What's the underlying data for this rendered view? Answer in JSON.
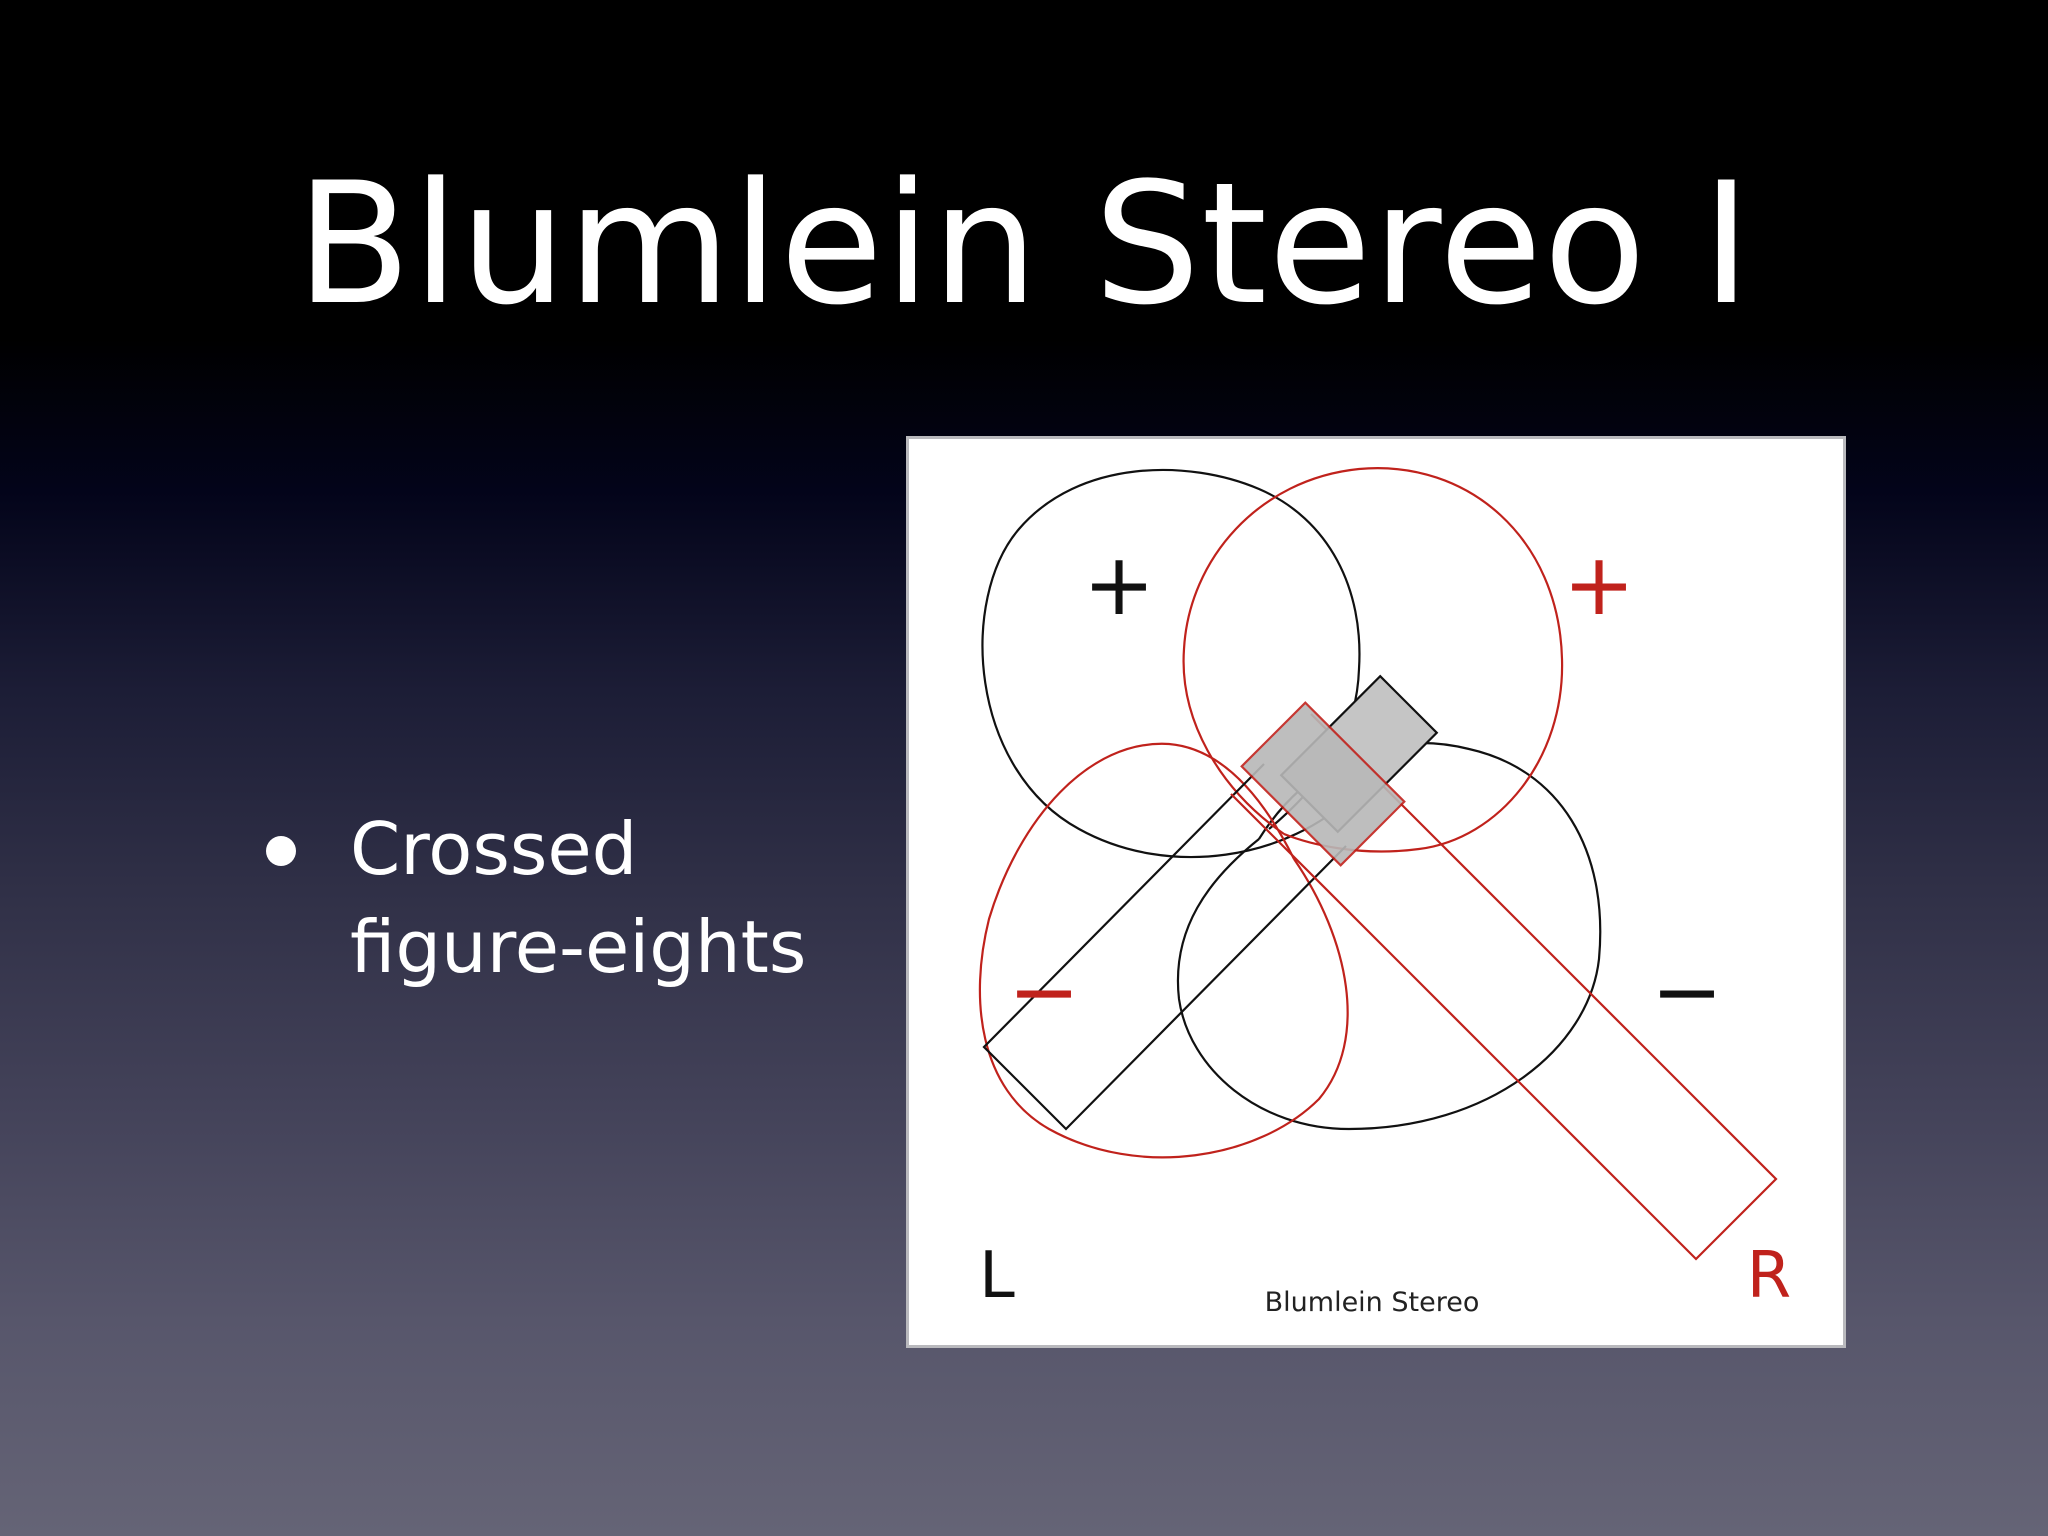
{
  "slide": {
    "title": "Blumlein Stereo I",
    "bullets": [
      "Crossed figure-eights"
    ]
  },
  "diagram": {
    "caption": "Blumlein Stereo",
    "left_label": "L",
    "right_label": "R",
    "left_mic_signs": {
      "positive": "+",
      "negative": "−"
    },
    "right_mic_signs": {
      "positive": "+",
      "negative": "−"
    },
    "colors": {
      "left_mic": "#111111",
      "right_mic": "#c0221c",
      "capsule_fill": "#bdbdbd",
      "background": "#ffffff"
    }
  }
}
